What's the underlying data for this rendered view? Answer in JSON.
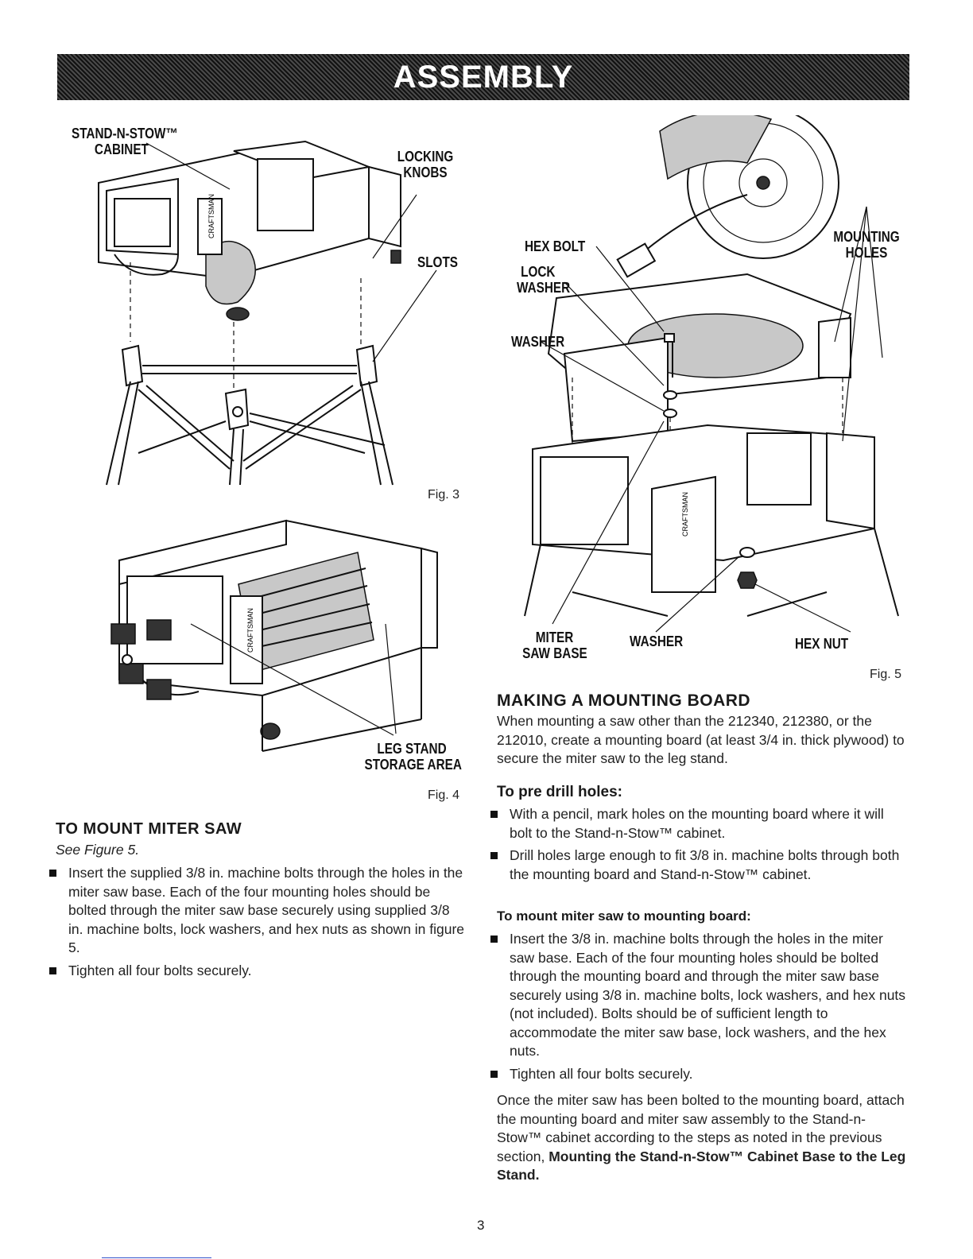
{
  "header": {
    "title": "ASSEMBLY"
  },
  "fig3": {
    "label": "Fig. 3",
    "callouts": {
      "cabinet_line1": "STAND-N-STOW™",
      "cabinet_line2": "CABINET",
      "locking_knobs_line1": "LOCKING",
      "locking_knobs_line2": "KNOBS",
      "slots": "SLOTS"
    },
    "brand": "CRAFTSMAN"
  },
  "fig4": {
    "label": "Fig. 4",
    "callouts": {
      "leg_stand_line1": "LEG STAND",
      "leg_stand_line2": "STORAGE AREA"
    },
    "brand": "CRAFTSMAN"
  },
  "fig5": {
    "label": "Fig. 5",
    "callouts": {
      "hex_bolt": "HEX BOLT",
      "lock_washer_line1": "LOCK",
      "lock_washer_line2": "WASHER",
      "washer_top": "WASHER",
      "mounting_holes_line1": "MOUNTING",
      "mounting_holes_line2": "HOLES",
      "miter_line1": "MITER",
      "miter_line2": "SAW BASE",
      "washer_bottom": "WASHER",
      "hex_nut": "HEX NUT"
    },
    "brand": "CRAFTSMAN"
  },
  "left_section": {
    "heading": "TO MOUNT MITER SAW",
    "see_figure": "See Figure 5.",
    "bullets": [
      "Insert the supplied 3/8 in. machine bolts through the holes in the miter saw base. Each of the four mounting holes should be bolted through the miter saw base securely using supplied 3/8 in. machine bolts, lock washers, and hex nuts as shown in figure 5.",
      "Tighten all four bolts securely."
    ]
  },
  "right_section": {
    "heading": "MAKING A MOUNTING BOARD",
    "intro": "When mounting a saw other than the 212340, 212380, or the 212010, create a mounting board (at least 3/4 in. thick plywood) to secure the miter saw to the leg stand.",
    "predrill_heading": "To pre drill holes:",
    "predrill_bullets": [
      "With a pencil, mark holes on the mounting board where it will bolt to the Stand-n-Stow™ cabinet.",
      "Drill holes large enough to fit 3/8 in. machine bolts through both the mounting board and Stand-n-Stow™ cabinet."
    ],
    "mount_heading": "To mount miter saw to mounting board:",
    "mount_bullets": [
      "Insert the 3/8 in. machine bolts through the holes in the miter saw base. Each of the four mounting holes should be bolted through the mounting board and through the miter saw base securely using 3/8 in. machine bolts, lock washers, and hex nuts (not included). Bolts should be of sufficient length to accommodate the miter saw base, lock washers, and the hex nuts.",
      "Tighten all four bolts securely."
    ],
    "closing_text": "Once the miter saw has been bolted to the mounting board, attach the mounting board and miter saw assembly to the Stand-n-Stow™ cabinet according to the steps as noted in the previous section,",
    "closing_bold": "Mounting the Stand-n-Stow™ Cabinet Base to the Leg Stand."
  },
  "page_number": "3"
}
